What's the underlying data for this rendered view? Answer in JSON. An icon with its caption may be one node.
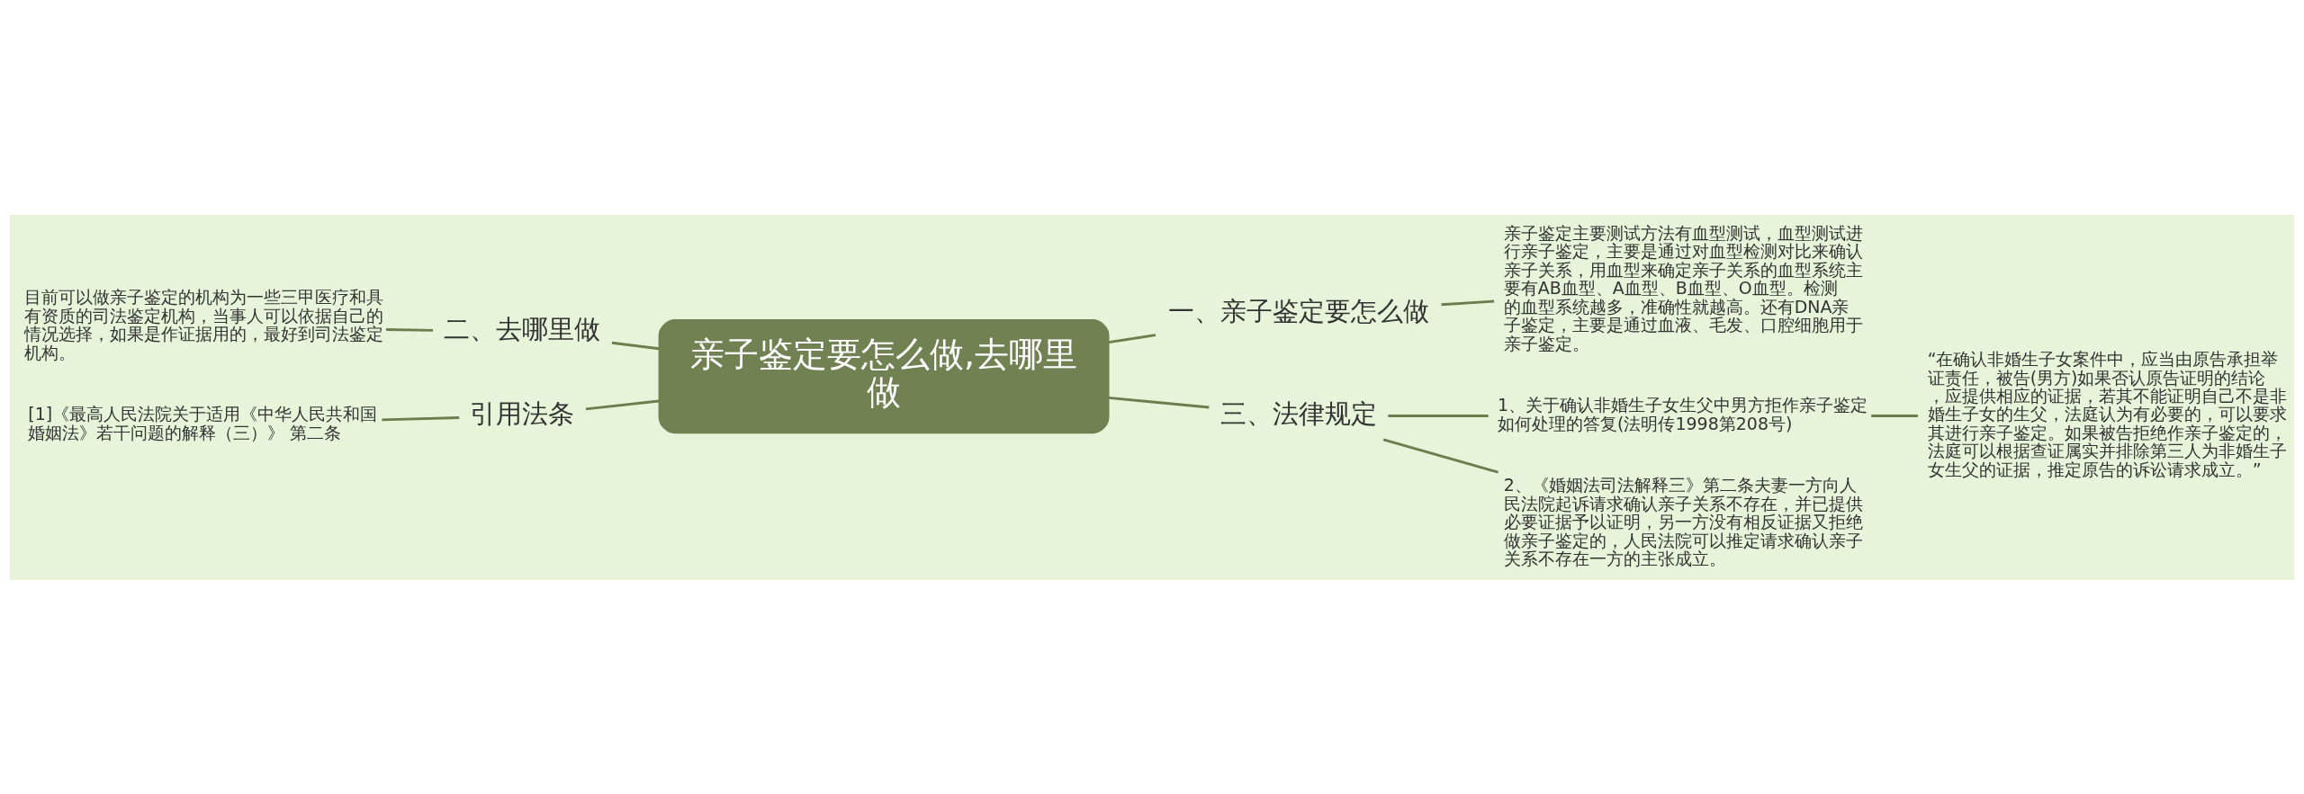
{
  "diagram": {
    "nodes": [
      {
        "text": [
          "亲子鉴定要怎么做,去哪里做"
        ]
      },
      {
        "text": [
          "一、亲子鉴定要怎么做"
        ]
      },
      {
        "text": [
          "亲子鉴定主要测试方法有血型测试，血型测试进行亲子鉴定，主要是通过对血型检测对比来确认亲子关系，用血型来确定亲子关系的血型系统主要有AB血型、A血型、B血型、O血型。检测的血型系统越多，准确性就越高。还有DNA亲子鉴定，主要是通过血液、毛发、口腔细胞用于亲子鉴定。"
        ]
      },
      {
        "text": [
          "三、法律规定"
        ]
      },
      {
        "text": [
          "1、关于确认非婚生子女生父中男方拒作亲子鉴定如何处理的答复(法明传1998第208号)"
        ]
      },
      {
        "text": [
          "“在确认非婚生子女案件中，应当由原告承担举证责任，被告(男方)如果否认原告证明的结论，应提供相应的证据，若其不能证明自己不是非婚生子女的生父，法庭认为有必要的，可以要求其进行亲子鉴定。如果被告拒绝作亲子鉴定的，法庭可以根据查证属实并排除第三人为非婚生子女生父的证据，推定原告的诉讼请求成立。”"
        ]
      },
      {
        "text": [
          "2、《婚姻法司法解释三》第二条夫妻一方向人民法院起诉请求确认亲子关系不存在，并已提供必要证据予以证明，另一方没有相反证据又拒绝做亲子鉴定的，人民法院可以推定请求确认亲子关系不存在一方的主张成立。"
        ]
      },
      {
        "text": [
          "二、去哪里做"
        ]
      },
      {
        "text": [
          "目前可以做亲子鉴定的机构为一些三甲医疗和具有资质的司法鉴定机构，当事人可以依据自己的情况选择，如果是作证据用的，最好到司法鉴定机构。"
        ]
      },
      {
        "text": [
          "引用法条"
        ]
      },
      {
        "text": [
          "[1]《最高人民法院关于适用《中华人民共和国婚姻法》若干问题的解释（三）》 第二条"
        ]
      }
    ],
    "edges": [
      {
        "from": 0,
        "to": 1,
        "arrow": "none"
      },
      {
        "from": 1,
        "to": 2,
        "arrow": "none"
      },
      {
        "from": 0,
        "to": 3,
        "arrow": "none"
      },
      {
        "from": 3,
        "to": 4,
        "arrow": "none"
      },
      {
        "from": 4,
        "to": 5,
        "arrow": "none"
      },
      {
        "from": 3,
        "to": 6,
        "arrow": "none"
      },
      {
        "from": 0,
        "to": 7,
        "arrow": "none"
      },
      {
        "from": 7,
        "to": 8,
        "arrow": "none"
      },
      {
        "from": 0,
        "to": 9,
        "arrow": "none"
      },
      {
        "from": 9,
        "to": 10,
        "arrow": "none"
      }
    ]
  }
}
